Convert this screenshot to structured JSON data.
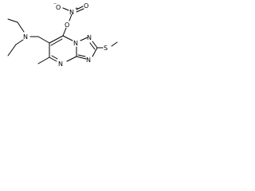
{
  "molecule": {
    "atoms": {
      "nitrate_o_minus": "O",
      "nitrate_n": "N",
      "nitrate_o_double": "O",
      "ester_o": "O",
      "amine_n": "N",
      "n5": "N",
      "n1": "N",
      "n3": "N",
      "n4": "N",
      "sulfur": "S"
    },
    "charges": {
      "minus": "−",
      "plus": "+"
    },
    "colors": {
      "bond": "#000000",
      "text": "#000000",
      "background": "#ffffff"
    }
  }
}
